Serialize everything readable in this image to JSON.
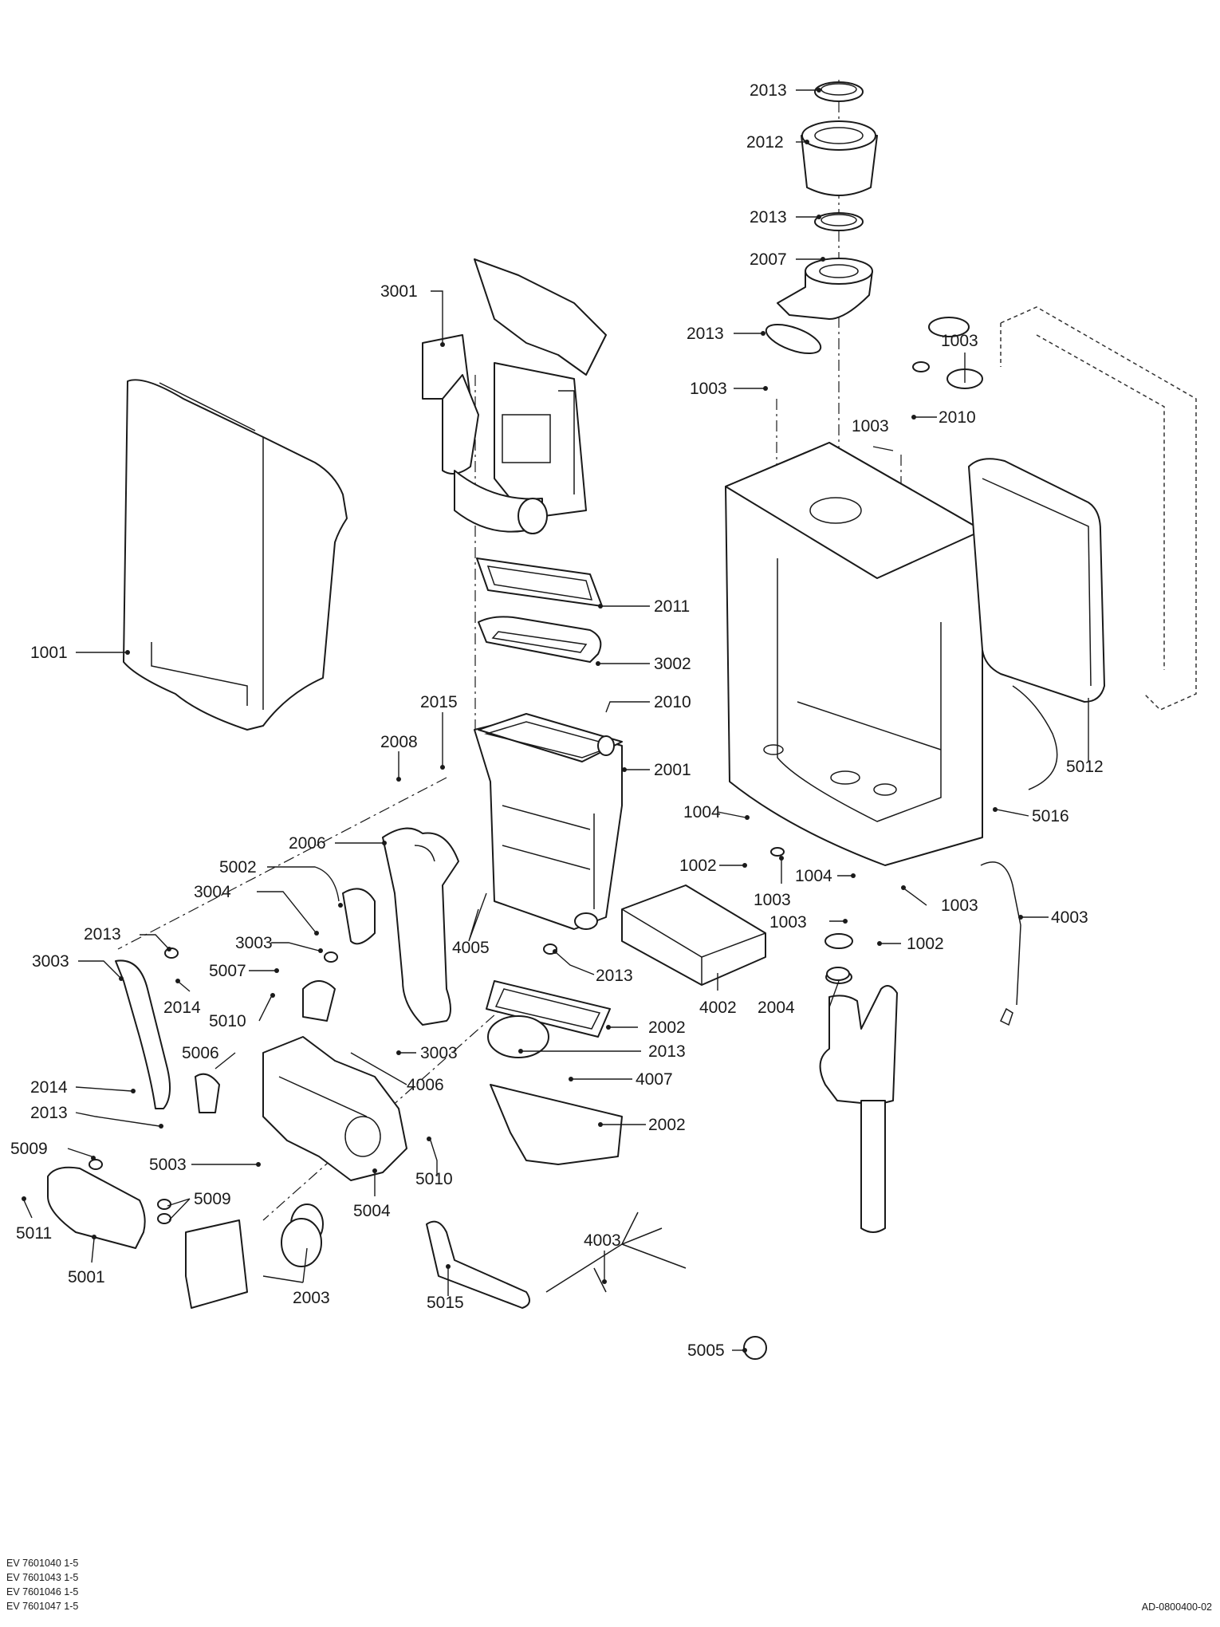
{
  "callouts": [
    {
      "label": "2013"
    },
    {
      "label": "2012"
    },
    {
      "label": "2013"
    },
    {
      "label": "2007"
    },
    {
      "label": "2013"
    },
    {
      "label": "3001"
    },
    {
      "label": "1003"
    },
    {
      "label": "1003"
    },
    {
      "label": "1003"
    },
    {
      "label": "2010"
    },
    {
      "label": "2011"
    },
    {
      "label": "1001"
    },
    {
      "label": "3002"
    },
    {
      "label": "2015"
    },
    {
      "label": "2010"
    },
    {
      "label": "2008"
    },
    {
      "label": "2001"
    },
    {
      "label": "5012"
    },
    {
      "label": "5016"
    },
    {
      "label": "1004"
    },
    {
      "label": "2006"
    },
    {
      "label": "1002"
    },
    {
      "label": "5002"
    },
    {
      "label": "1004"
    },
    {
      "label": "1003"
    },
    {
      "label": "1003"
    },
    {
      "label": "3004"
    },
    {
      "label": "4003"
    },
    {
      "label": "1003"
    },
    {
      "label": "2013"
    },
    {
      "label": "1002"
    },
    {
      "label": "4005"
    },
    {
      "label": "3003"
    },
    {
      "label": "3003"
    },
    {
      "label": "2013"
    },
    {
      "label": "5007"
    },
    {
      "label": "4002"
    },
    {
      "label": "2004"
    },
    {
      "label": "2014"
    },
    {
      "label": "2002"
    },
    {
      "label": "5010"
    },
    {
      "label": "2013"
    },
    {
      "label": "5006"
    },
    {
      "label": "3003"
    },
    {
      "label": "4006"
    },
    {
      "label": "4007"
    },
    {
      "label": "2014"
    },
    {
      "label": "2013"
    },
    {
      "label": "2002"
    },
    {
      "label": "5009"
    },
    {
      "label": "5003"
    },
    {
      "label": "5010"
    },
    {
      "label": "5009"
    },
    {
      "label": "5004"
    },
    {
      "label": "5011"
    },
    {
      "label": "4003"
    },
    {
      "label": "5001"
    },
    {
      "label": "2003"
    },
    {
      "label": "5015"
    },
    {
      "label": "5005"
    }
  ],
  "footer": {
    "models": [
      "EV 7601040 1-5",
      "EV 7601043 1-5",
      "EV 7601046 1-5",
      "EV 7601047 1-5"
    ],
    "drawing_ref": "AD-0800400-02"
  },
  "colors": {
    "line": "#1a1a1a",
    "background": "#ffffff"
  }
}
